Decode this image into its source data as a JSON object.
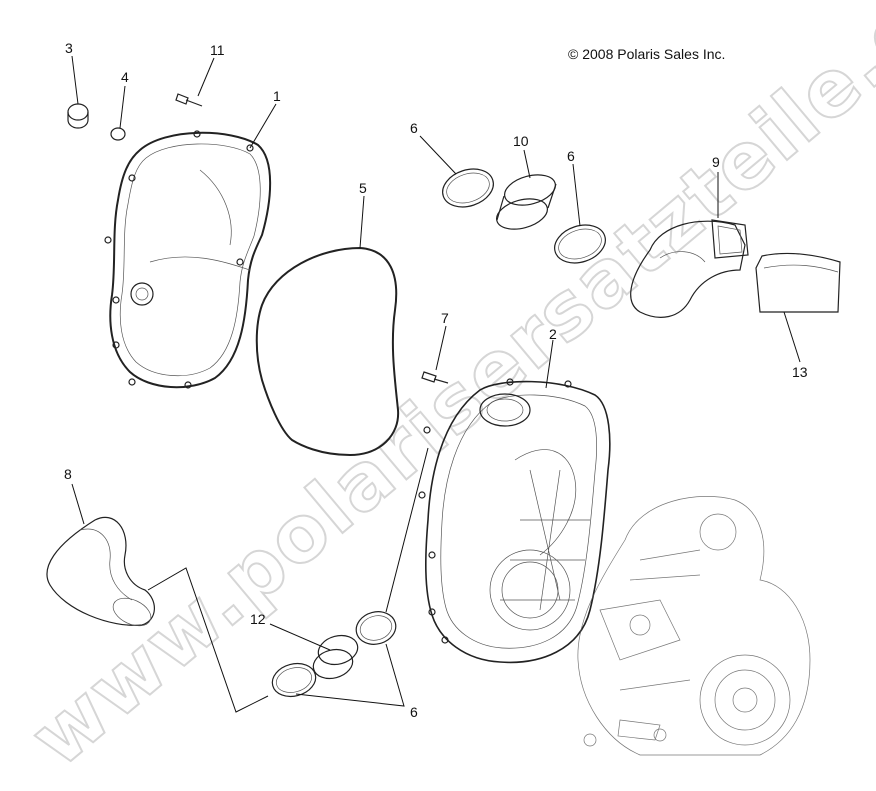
{
  "copyright": "© 2008 Polaris Sales Inc.",
  "watermark": "www.polarisersatzteile.de",
  "callouts": {
    "c1": "1",
    "c2": "2",
    "c3": "3",
    "c4": "4",
    "c5": "5",
    "c6a": "6",
    "c6b": "6",
    "c6c": "6",
    "c7": "7",
    "c8": "8",
    "c9": "9",
    "c10": "10",
    "c11": "11",
    "c12": "12",
    "c13": "13"
  }
}
